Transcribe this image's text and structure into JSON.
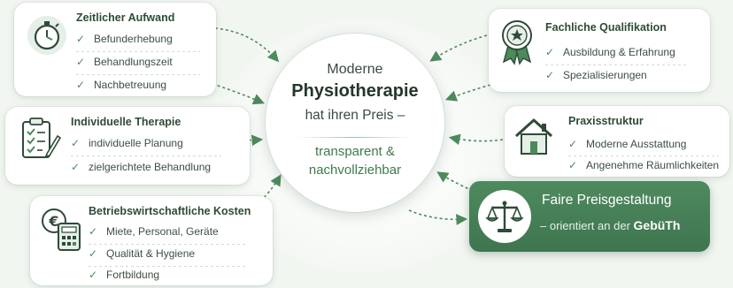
{
  "center": {
    "line1": "Moderne",
    "line2": "Physiotherapie",
    "line3": "hat ihren Preis –",
    "line4": "transparent &",
    "line5": "nachvollziehbar"
  },
  "cards": {
    "zeit": {
      "title": "Zeitlicher Aufwand",
      "items": [
        "Befunderhebung",
        "Behandlungszeit",
        "Nachbetreuung"
      ]
    },
    "therapie": {
      "title": "Individuelle Therapie",
      "items": [
        "individuelle Planung",
        "zielgerichtete Behandlung"
      ]
    },
    "kosten": {
      "title": "Betriebswirtschaftliche Kosten",
      "items": [
        "Miete, Personal, Geräte",
        "Qualität & Hygiene",
        "Fortbildung"
      ]
    },
    "quali": {
      "title": "Fachliche Qualifikation",
      "items": [
        "Ausbildung & Erfahrung",
        "Spezialisierungen"
      ]
    },
    "praxis": {
      "title": "Praxisstruktur",
      "items": [
        "Moderne Ausstattung",
        "Angenehme Räumlichkeiten"
      ]
    }
  },
  "fair": {
    "title": "Faire Preisgestaltung",
    "subtitle": "– orientiert an der",
    "subtitle_bold": "GebüTh"
  },
  "check_symbol": "✓",
  "colors": {
    "accent_green": "#3e7550",
    "check_green": "#4b8a5a",
    "background": "#f2f6f1"
  },
  "icons": [
    "stopwatch-icon",
    "clipboard-pencil-icon",
    "euro-calculator-icon",
    "award-ribbon-icon",
    "house-icon",
    "scales-icon"
  ]
}
